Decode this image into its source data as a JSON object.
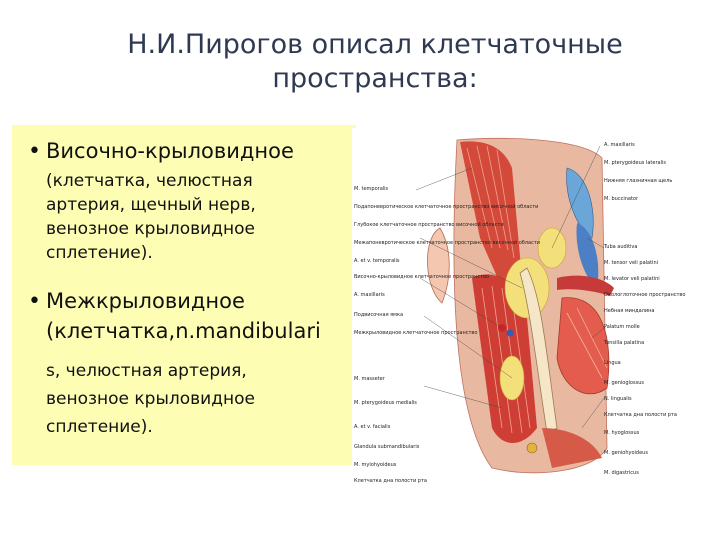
{
  "title": {
    "line1": "Н.И.Пирогов описал клетчаточные",
    "line2": "пространства:"
  },
  "items": [
    {
      "bullet": "•",
      "heading": "Височно-крыловидное",
      "details": [
        "(клетчатка, челюстная",
        "артерия, щечный нерв,",
        "венозное крыловидное",
        "сплетение)."
      ]
    },
    {
      "bullet": "•",
      "heading_lines": [
        "Межкрыловидное",
        "(клетчатка,n.mandibulari"
      ],
      "details": [
        "s, челюстная артерия,",
        "венозное крыловидное",
        "сплетение)."
      ]
    }
  ],
  "figure": {
    "labels_left": [
      "M. temporalis",
      "Подапоневротическое клетчаточное пространство височной области",
      "Глубокое клетчаточное пространство височной области",
      "Межапоневротическое клетчаточное пространство височной области",
      "A. et v. temporalis",
      "Височно-крыловидное клетчаточное пространство",
      "A. maxillaris",
      "Подвисочная ямка",
      "Межкрыловидное клетчаточное пространство",
      "M. masseter",
      "M. pterygoideus medialis",
      "A. et v. facialis",
      "Glandula submandibularis",
      "M. mylohyoideus",
      "Клетчатка дна полости рта"
    ],
    "labels_right": [
      "A. maxillaris",
      "M. pterygoideus lateralis",
      "Нижняя глазничная щель",
      "M. buccinator",
      "Tuba auditiva",
      "M. tensor veli palatini",
      "M. levator veli palatini",
      "Окологлоточное пространство",
      "Небная миндалина",
      "Palatum molle",
      "Tonsilla palatina",
      "Lingua",
      "M. genioglossus",
      "N. lingualis",
      "Клетчатка дна полости рта",
      "M. hyoglossus",
      "M. geniohyoideus",
      "M. digastricus"
    ]
  }
}
